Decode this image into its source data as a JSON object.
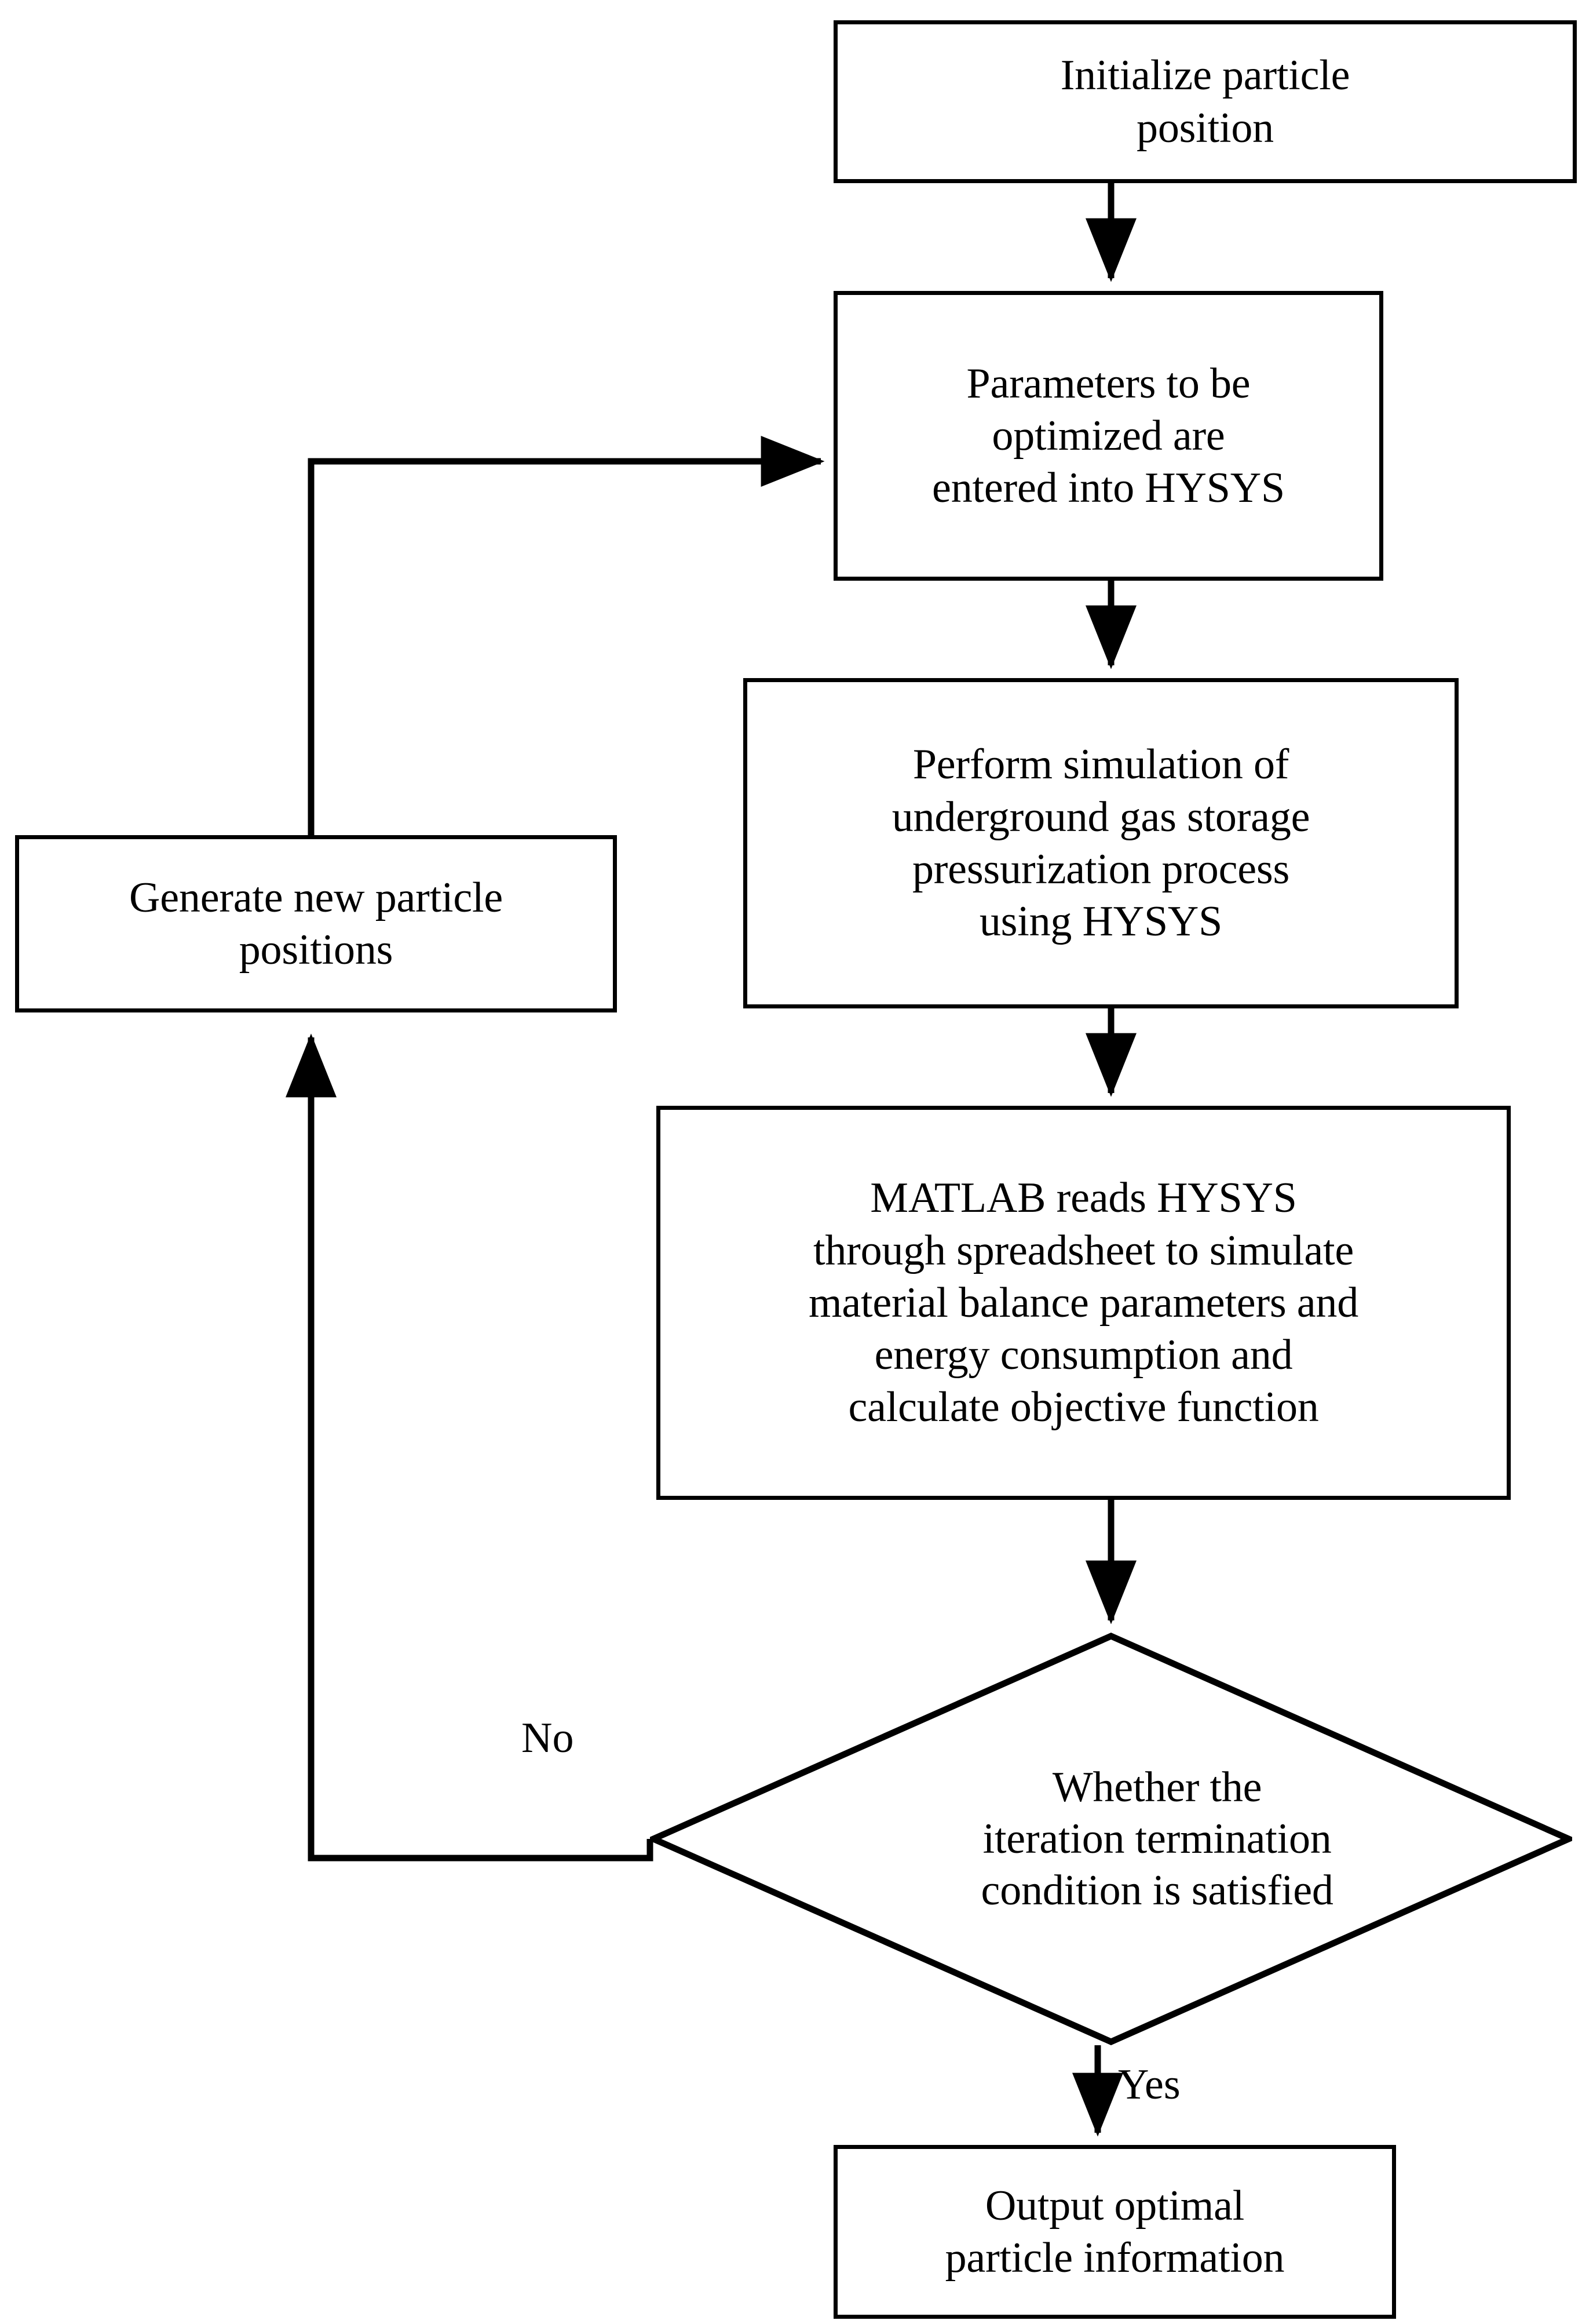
{
  "diagram": {
    "type": "flowchart",
    "title": "Particle swarm optimization workflow coupling HYSYS and MATLAB",
    "orientation": "top-to-bottom",
    "line_color": "#000000",
    "fill_color": "#ffffff",
    "text_color": "#000000"
  },
  "nodes": {
    "init": {
      "shape": "process",
      "label": "Initialize particle\nposition"
    },
    "params": {
      "shape": "process",
      "label": "Parameters to be\noptimized are\nentered into HYSYS"
    },
    "simulate": {
      "shape": "process",
      "label": "Perform simulation of\nunderground gas storage\npressurization process\nusing HYSYS"
    },
    "matlab": {
      "shape": "process",
      "label": "MATLAB reads HYSYS\nthrough spreadsheet to simulate\nmaterial balance parameters and\nenergy consumption and\ncalculate objective function"
    },
    "decision": {
      "shape": "decision",
      "label": "Whether the\niteration termination\ncondition is satisfied"
    },
    "generate": {
      "shape": "process",
      "label": "Generate new particle\npositions"
    },
    "output": {
      "shape": "process",
      "label": "Output optimal\nparticle information"
    }
  },
  "edges": [
    {
      "id": "e1",
      "from": "init",
      "to": "params",
      "label": ""
    },
    {
      "id": "e2",
      "from": "params",
      "to": "simulate",
      "label": ""
    },
    {
      "id": "e3",
      "from": "simulate",
      "to": "matlab",
      "label": ""
    },
    {
      "id": "e4",
      "from": "matlab",
      "to": "decision",
      "label": ""
    },
    {
      "id": "e5",
      "from": "decision",
      "to": "generate",
      "label": "No"
    },
    {
      "id": "e6",
      "from": "generate",
      "to": "params",
      "label": ""
    },
    {
      "id": "e7",
      "from": "decision",
      "to": "output",
      "label": "Yes"
    }
  ],
  "edge_labels": {
    "no": "No",
    "yes": "Yes"
  }
}
